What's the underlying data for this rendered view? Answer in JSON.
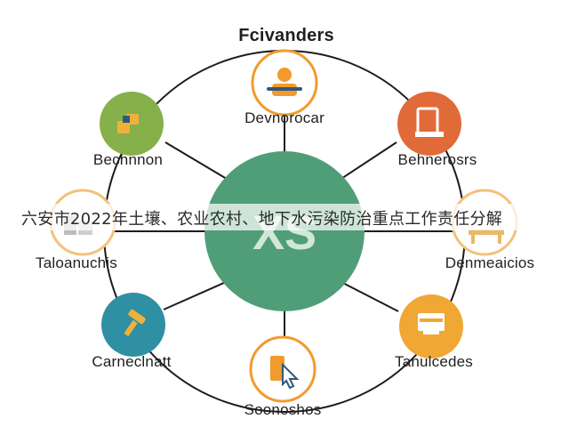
{
  "title": "Fcivanders",
  "center": {
    "label": "XS",
    "color": "#4f9e78"
  },
  "ring_color": "#1c1c1c",
  "nodes": [
    {
      "id": "top",
      "label": "Devnorocar",
      "fill": "#ffffff",
      "border": "#f29a2e",
      "icon": "person-icon",
      "icon_color": "#f29a2e"
    },
    {
      "id": "top-right",
      "label": "Behnerosrs",
      "fill": "#e06b38",
      "border": "#e06b38",
      "icon": "document-icon",
      "icon_color": "#ffffff"
    },
    {
      "id": "right",
      "label": "Denmeaicios",
      "fill": "#ffffff",
      "border": "#f2c27a",
      "icon": "table-icon",
      "icon_color": "#e9b86a"
    },
    {
      "id": "bottom-right",
      "label": "Tanulcedes",
      "fill": "#f0a733",
      "border": "#f0a733",
      "icon": "monitor-icon",
      "icon_color": "#ffffff"
    },
    {
      "id": "bottom",
      "label": "Soonoshos",
      "fill": "#ffffff",
      "border": "#f29a2e",
      "icon": "cursor-icon",
      "icon_color": "#f29a2e"
    },
    {
      "id": "bottom-left",
      "label": "Carneclnatt",
      "fill": "#2f8fa3",
      "border": "#2f8fa3",
      "icon": "hammer-icon",
      "icon_color": "#f0b13c"
    },
    {
      "id": "left",
      "label": "Taloanuchis",
      "fill": "#ffffff",
      "border": "#f2c27a",
      "icon": "building-icon",
      "icon_color": "#bdbdbd"
    },
    {
      "id": "top-left",
      "label": "Bechnnon",
      "fill": "#86b04a",
      "border": "#86b04a",
      "icon": "handshake-icon",
      "icon_color": "#f0b13c"
    }
  ],
  "banner_text": "六安市2022年土壤、农业农村、地下水污染防治重点工作责任分解"
}
